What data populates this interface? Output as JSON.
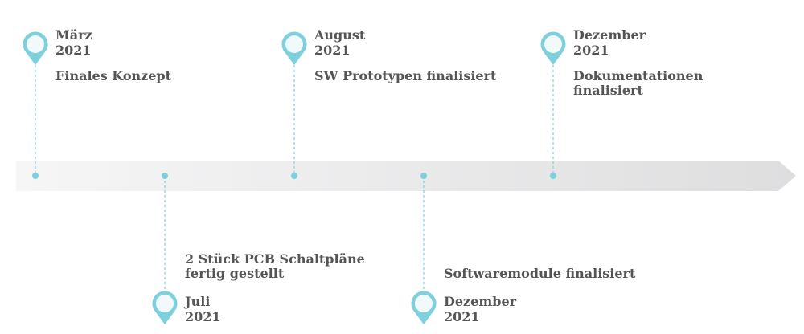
{
  "milestones": [
    {
      "month": "März",
      "year": "2021",
      "description": [
        "Finales Konzept"
      ],
      "side": "top"
    },
    {
      "month": "Juli",
      "year": "2021",
      "description": [
        "2 Stück PCB Schaltpläne",
        "fertig gestellt"
      ],
      "side": "bottom"
    },
    {
      "month": "August",
      "year": "2021",
      "description": [
        "SW Prototypen finalisiert"
      ],
      "side": "top"
    },
    {
      "month": "Dezember",
      "year": "2021",
      "description": [
        "Softwaremodule finalisiert"
      ],
      "side": "bottom"
    },
    {
      "month": "Dezember",
      "year": "2021",
      "description": [
        "Dokumentationen",
        "finalisiert"
      ],
      "side": "top"
    }
  ],
  "colors": {
    "accent": "#7dd0dc",
    "pin_fill": "#f2f9fb",
    "bar_start": "#f6f6f7",
    "bar_end": "#dededf",
    "text": "#555555"
  }
}
